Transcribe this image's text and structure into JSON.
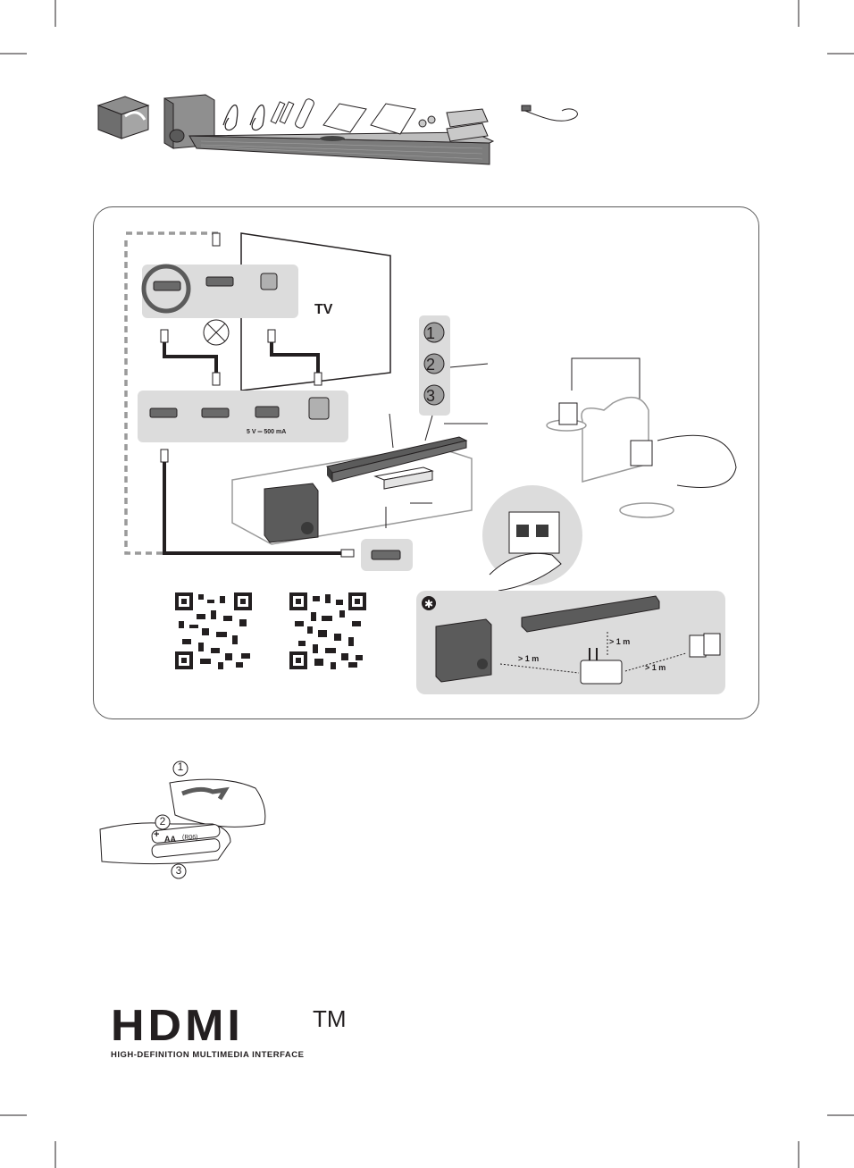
{
  "colors": {
    "ink": "#231f20",
    "panel_gray": "#dcdcdc",
    "dark_gray": "#5b5b5b",
    "mid_gray": "#9a9a9a"
  },
  "tv_label": "TV",
  "usb_rating": "5 V ═ 500 mA",
  "steps": [
    "1",
    "2",
    "3"
  ],
  "distances": {
    "sub": "> 1 m",
    "bar": "> 1 m",
    "rear": "> 1 m"
  },
  "battery": {
    "steps": [
      "1",
      "2",
      "3"
    ],
    "type": "AA",
    "model": "(R06)",
    "plus": "+",
    "minus": "−"
  },
  "hdmi_logo": {
    "word": "HDMI",
    "tm": "TM",
    "tagline": "HIGH-DEFINITION MULTIMEDIA INTERFACE"
  },
  "icons": [
    "box-open-icon",
    "usb-icon",
    "star-badge-icon",
    "qr-code-icon",
    "wifi-router-icon"
  ]
}
